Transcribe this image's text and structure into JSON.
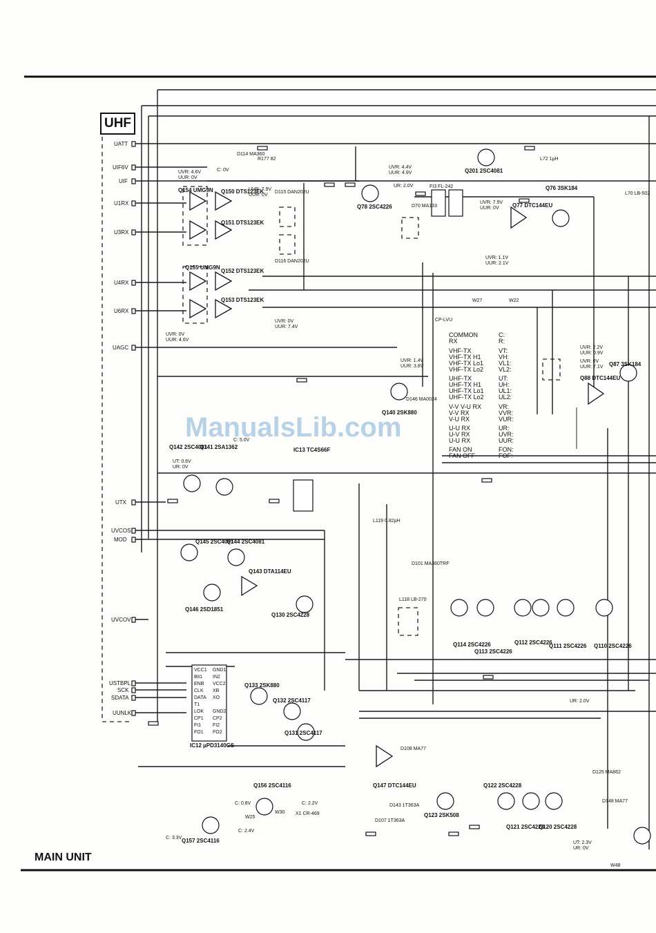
{
  "section_title": "UHF",
  "footer_label": "MAIN UNIT",
  "watermark": "ManualsLib.com",
  "ports": [
    "UATT",
    "UIF6V",
    "UIF",
    "U1RX",
    "U3RX",
    "U4RX",
    "U6RX",
    "UAGC",
    "UTX",
    "UVCOS",
    "MOD",
    "UVCOV",
    "USTBPL",
    "SCK",
    "SDATA",
    "UUNLK"
  ],
  "legend": [
    {
      "name": "COMMON",
      "code": "C:"
    },
    {
      "name": "RX",
      "code": "R:"
    },
    {
      "name": "VHF-TX",
      "code": "VT:"
    },
    {
      "name": "VHF-TX H1",
      "code": "VH:"
    },
    {
      "name": "VHF-TX Lo1",
      "code": "VL1:"
    },
    {
      "name": "VHF-TX Lo2",
      "code": "VL2:"
    },
    {
      "name": "UHF-TX",
      "code": "UT:"
    },
    {
      "name": "UHF-TX H1",
      "code": "UH:"
    },
    {
      "name": "UHF-TX Lo1",
      "code": "UL1:"
    },
    {
      "name": "UHF-TX Lo2",
      "code": "UL2:"
    },
    {
      "name": "V-V V-U RX",
      "code": "VR:"
    },
    {
      "name": "V-V RX",
      "code": "VVR:"
    },
    {
      "name": "V-U RX",
      "code": "VUR:"
    },
    {
      "name": "U-U RX",
      "code": "UR:"
    },
    {
      "name": "U-V RX",
      "code": "UVR:"
    },
    {
      "name": "U-U RX",
      "code": "UUR:"
    },
    {
      "name": "FAN ON",
      "code": "FON:"
    },
    {
      "name": "FAN OFF",
      "code": "FOF:"
    }
  ],
  "labels": {
    "q154": "Q154 UMG9N",
    "q150": "Q150 DTS123EK",
    "q151": "Q151 DTS123EK",
    "q155": "Q155 UMG9N",
    "q152": "Q152 DTS123EK",
    "q153": "Q153 DTS123EK",
    "d114": "D114 MA360",
    "r177": "R177 82",
    "d115": "D115 DAN202U",
    "d116": "D116 DAN202U",
    "q201": "Q201 2SC4081",
    "q78": "Q78 2SC4226",
    "q76": "Q76 3SK184",
    "q77": "Q77 DTC144EU",
    "fi3": "FI3 FL-242",
    "d70": "D70 MA133",
    "l72": "L72 1µH",
    "l70": "L70 LB-502",
    "q87": "Q87 3SK184",
    "q88": "Q88 DTC144EU",
    "q140": "Q140 2SK880",
    "d146": "D146 MA0024",
    "q142": "Q142 2SC4081",
    "q141": "Q141 2SA1362",
    "ic13": "IC13 TC4S66F",
    "q145": "Q145 2SC4081",
    "q144": "Q144 2SC4081",
    "q143": "Q143 DTA114EU",
    "q146": "Q146 2SD1851",
    "q130": "Q130 2SC4228",
    "l118": "L118 LB-270",
    "l119": "L119 0.82µH",
    "d101": "D101 MA360TRF",
    "q114": "Q114 2SC4226",
    "q113": "Q113 2SC4226",
    "q112": "Q112 2SC4226",
    "q111": "Q111 2SC4226",
    "q110": "Q110 2SC4226",
    "ic12": "IC12 µPD3140GS",
    "q133": "Q133 2SK880",
    "q132": "Q132 2SC4117",
    "q131": "Q131 2SC4117",
    "q156": "Q156 2SC4116",
    "q157": "Q157 2SC4116",
    "q147": "Q147 DTC144EU",
    "d108": "D108 MA77",
    "d143": "D143 1T363A",
    "d107": "D107 1T363A",
    "q123": "Q123 2SK508",
    "q122": "Q122 2SC4228",
    "q121": "Q121 2SC4228",
    "q120": "Q120 2SC4228",
    "d125": "D125 MA862",
    "d148": "D148 MA77",
    "w27": "W27",
    "w22": "W22",
    "w25": "W25",
    "w30": "W30",
    "w48": "W48",
    "cp_lvu": "CP-LVU",
    "x1": "X1 CR-469",
    "c_5v": "C: 5.0V",
    "c_0v": "C: 0V",
    "uvr_46": "UVR: 4.6V",
    "uur_0": "UUR: 0V",
    "uvr_79": "UVR: 7.9V",
    "uur_0b": "UUR: 0V",
    "uvr_44": "UVR: 4.4V",
    "uur_49": "UUR: 4.9V",
    "ur_20": "UR: 2.0V",
    "uvr_79b": "UVR: 7.9V",
    "uur_0c": "UUR: 0V",
    "uvr_11": "UVR: 1.1V",
    "uur_21": "UUR: 2.1V",
    "uvr_0": "UVR: 0V",
    "uur_74": "UUR: 7.4V",
    "uvr_0b": "UVR: 0V",
    "uur_46": "UUR: 4.6V",
    "uvr_14": "UVR: 1.4V",
    "uur_38": "UUR: 3.8V",
    "uvr_22": "UVR: 2.2V",
    "uur_09": "UUR: 0.9V",
    "uvr_0c": "UVR: 0V",
    "uur_71": "UUR: 7.1V",
    "ut_06": "UT: 0.6V",
    "ur_0": "UR: 0V",
    "ur_20b": "UR: 2.0V",
    "c_08": "C: 0.8V",
    "c_22": "C: 2.2V",
    "c_24": "C: 2.4V",
    "c_33": "C: 3.3V",
    "ut_23": "UT: 2.3V",
    "ur_0b": "UR: 0V"
  },
  "ic12_pins_left": [
    "VCC1",
    "Bit1",
    "ENB",
    "CLK",
    "DATA",
    "T1",
    "LOK",
    "CP1",
    "FI1",
    "FO1"
  ],
  "ic12_pins_right": [
    "GND1",
    "IN2",
    "VCC2",
    "XB",
    "XO",
    "GND2",
    "CP2",
    "FI2",
    "FO2"
  ]
}
